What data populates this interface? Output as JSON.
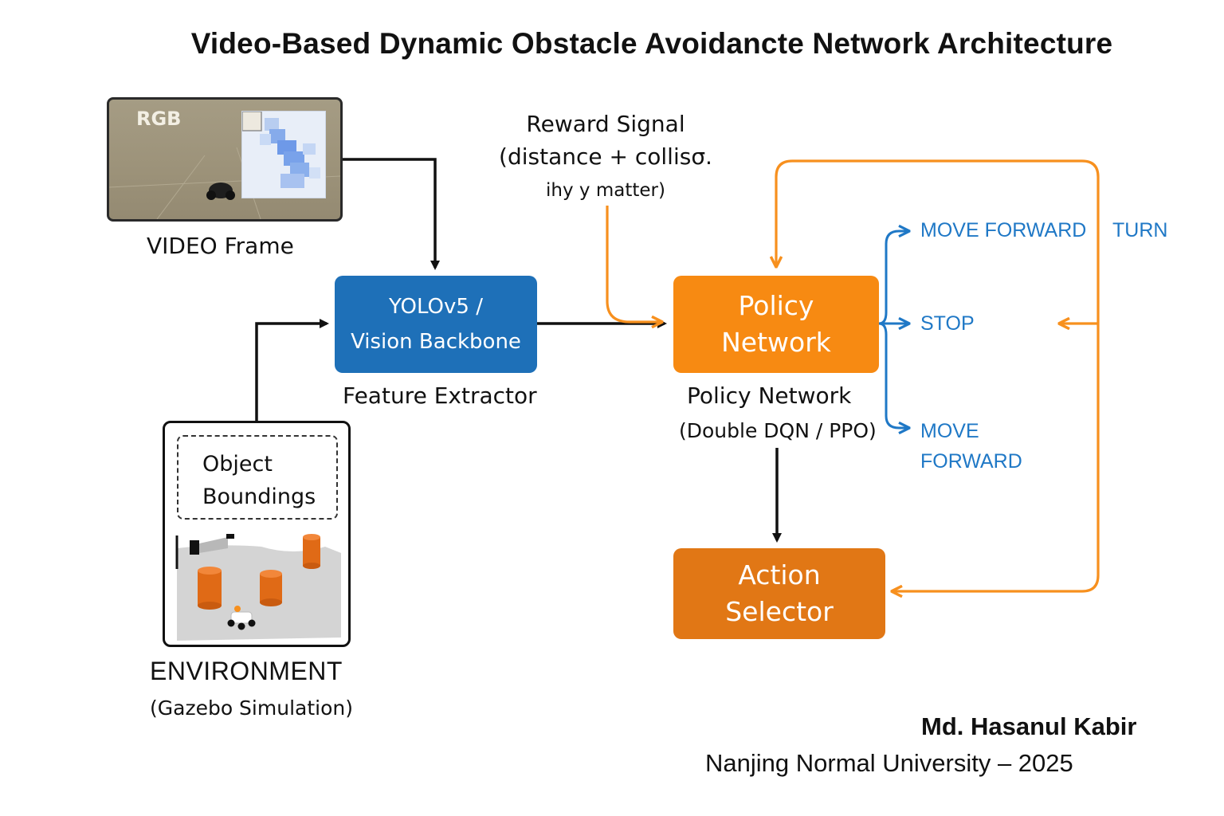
{
  "title": "Video-Based Dynamic Obstacle Avoidancte Network Architecture",
  "video": {
    "badge": "RGB",
    "caption": "VIDEO Frame"
  },
  "extractor": {
    "line1": "YOLOv5 /",
    "line2": "Vision Backbone",
    "caption": "Feature Extractor"
  },
  "reward": {
    "line1": "Reward Signal",
    "line2": "(distance + collisσ.",
    "line3": "ihy y matter)"
  },
  "policy": {
    "line1": "Policy",
    "line2": "Network",
    "caption1": "Policy Network",
    "caption2": "(Double DQN / PPO)"
  },
  "actions": {
    "top": "MOVE FORWARD",
    "turn": "TURN",
    "stop": "STOP",
    "bottom1": "MOVE",
    "bottom2": "FORWARD"
  },
  "selector": {
    "line1": "Action",
    "line2": "Selector"
  },
  "environment": {
    "bbox_line1": "Object",
    "bbox_line2": "Boundings",
    "caption1": "ENVIRONMENT",
    "caption2": "(Gazebo Simulation)"
  },
  "credits": {
    "author": "Md. Hasanul Kabir",
    "affiliation": "Nanjing Normal University – 2025"
  },
  "colors": {
    "blue_box": "#1e70b8",
    "orange_box": "#f78a12",
    "orange_dark": "#e17715",
    "blue_text": "#1f78c6",
    "orange_line": "#f7901e"
  }
}
